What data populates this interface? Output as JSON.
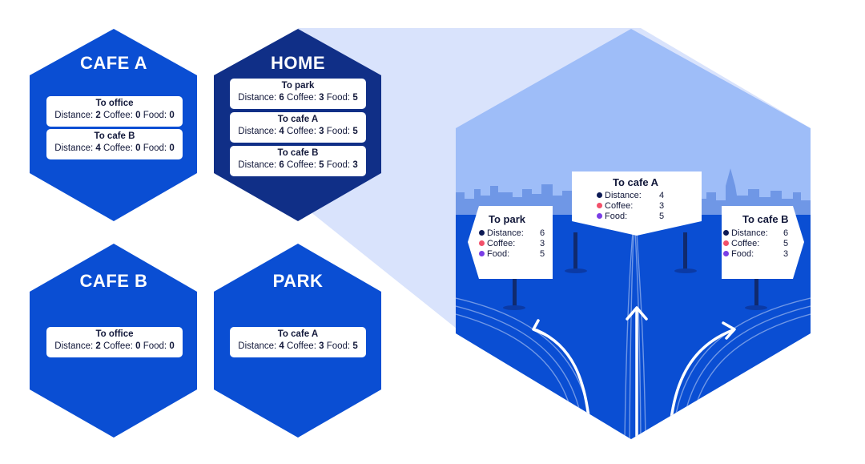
{
  "colors": {
    "hex_blue": "#0a4ed3",
    "hex_home": "#102f87",
    "sky": "#9ebdf8",
    "beam": "#d9e3fc",
    "skyline": "#6f97e6",
    "ground": "#0a4ed3",
    "dot_distance": "#0d1a55",
    "dot_coffee": "#f2506a",
    "dot_food": "#7a3ee6"
  },
  "nodes": {
    "cafe_a": {
      "title": "CAFE A",
      "edges": [
        {
          "to": "To office",
          "distance": "2",
          "coffee": "0",
          "food": "0"
        },
        {
          "to": "To cafe B",
          "distance": "4",
          "coffee": "0",
          "food": "0"
        }
      ]
    },
    "home": {
      "title": "HOME",
      "edges": [
        {
          "to": "To park",
          "distance": "6",
          "coffee": "3",
          "food": "5"
        },
        {
          "to": "To cafe A",
          "distance": "4",
          "coffee": "3",
          "food": "5"
        },
        {
          "to": "To cafe B",
          "distance": "6",
          "coffee": "5",
          "food": "3"
        }
      ]
    },
    "cafe_b": {
      "title": "CAFE B",
      "edges": [
        {
          "to": "To office",
          "distance": "2",
          "coffee": "0",
          "food": "0"
        }
      ]
    },
    "park": {
      "title": "PARK",
      "edges": [
        {
          "to": "To cafe A",
          "distance": "4",
          "coffee": "3",
          "food": "5"
        }
      ]
    }
  },
  "labels": {
    "distance": "Distance:",
    "coffee": "Coffee:",
    "food": "Food:"
  },
  "signs": {
    "park": {
      "title": "To park",
      "distance": "6",
      "coffee": "3",
      "food": "5"
    },
    "cafe_a": {
      "title": "To cafe A",
      "distance": "4",
      "coffee": "3",
      "food": "5"
    },
    "cafe_b": {
      "title": "To cafe B",
      "distance": "6",
      "coffee": "5",
      "food": "3"
    }
  }
}
